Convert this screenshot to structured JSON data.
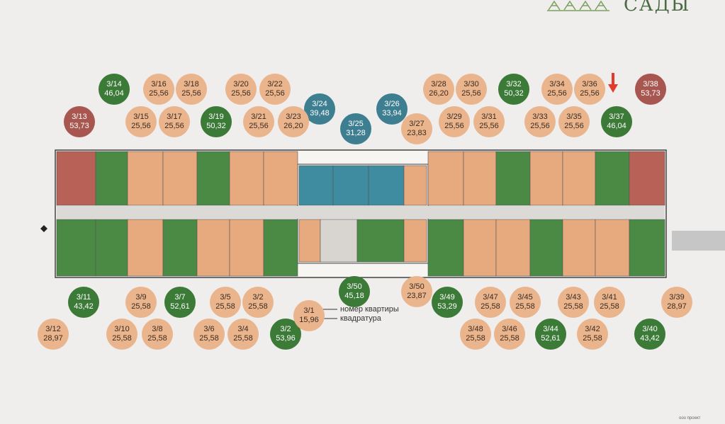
{
  "brand": {
    "name": "САДЫ"
  },
  "legend": {
    "number_label": "номер квартиры",
    "area_label": "квадратура",
    "sample_number": "3/1",
    "sample_area": "15,96"
  },
  "colors": {
    "one_room": "#eab58c",
    "two_room": "#3b7a37",
    "three_room": "#a85750",
    "studio": "#3d7f91"
  },
  "footer": {
    "note": "ооо проект"
  },
  "apartments": [
    {
      "num": "3/14",
      "area": "46,04",
      "type": "green"
    },
    {
      "num": "3/16",
      "area": "25,56",
      "type": "peach"
    },
    {
      "num": "3/18",
      "area": "25,56",
      "type": "peach"
    },
    {
      "num": "3/20",
      "area": "25,56",
      "type": "peach"
    },
    {
      "num": "3/22",
      "area": "25,56",
      "type": "peach"
    },
    {
      "num": "3/28",
      "area": "26,20",
      "type": "peach"
    },
    {
      "num": "3/30",
      "area": "25,56",
      "type": "peach"
    },
    {
      "num": "3/32",
      "area": "50,32",
      "type": "green"
    },
    {
      "num": "3/34",
      "area": "25,56",
      "type": "peach"
    },
    {
      "num": "3/36",
      "area": "25,56",
      "type": "peach"
    },
    {
      "num": "3/38",
      "area": "53,73",
      "type": "red"
    },
    {
      "num": "3/24",
      "area": "39,48",
      "type": "blue"
    },
    {
      "num": "3/26",
      "area": "33,94",
      "type": "blue"
    },
    {
      "num": "3/13",
      "area": "53,73",
      "type": "red"
    },
    {
      "num": "3/15",
      "area": "25,56",
      "type": "peach"
    },
    {
      "num": "3/17",
      "area": "25,56",
      "type": "peach"
    },
    {
      "num": "3/19",
      "area": "50,32",
      "type": "green"
    },
    {
      "num": "3/21",
      "area": "25,56",
      "type": "peach"
    },
    {
      "num": "3/23",
      "area": "26,20",
      "type": "peach"
    },
    {
      "num": "3/25",
      "area": "31,28",
      "type": "blue"
    },
    {
      "num": "3/27",
      "area": "23,83",
      "type": "peach"
    },
    {
      "num": "3/29",
      "area": "25,56",
      "type": "peach"
    },
    {
      "num": "3/31",
      "area": "25,56",
      "type": "peach"
    },
    {
      "num": "3/33",
      "area": "25,56",
      "type": "peach"
    },
    {
      "num": "3/35",
      "area": "25,56",
      "type": "peach"
    },
    {
      "num": "3/37",
      "area": "46,04",
      "type": "green"
    },
    {
      "num": "3/11",
      "area": "43,42",
      "type": "green"
    },
    {
      "num": "3/9",
      "area": "25,58",
      "type": "peach"
    },
    {
      "num": "3/7",
      "area": "52,61",
      "type": "green"
    },
    {
      "num": "3/5",
      "area": "25,58",
      "type": "peach"
    },
    {
      "num": "3/2",
      "area": "25,58",
      "type": "peach"
    },
    {
      "num": "3/50",
      "area": "45,18",
      "type": "green"
    },
    {
      "num": "3/50",
      "area": "23,87",
      "type": "peach"
    },
    {
      "num": "3/49",
      "area": "53,29",
      "type": "green"
    },
    {
      "num": "3/47",
      "area": "25,58",
      "type": "peach"
    },
    {
      "num": "3/45",
      "area": "25,58",
      "type": "peach"
    },
    {
      "num": "3/43",
      "area": "25,58",
      "type": "peach"
    },
    {
      "num": "3/41",
      "area": "25,58",
      "type": "peach"
    },
    {
      "num": "3/39",
      "area": "28,97",
      "type": "peach"
    },
    {
      "num": "3/12",
      "area": "28,97",
      "type": "peach"
    },
    {
      "num": "3/10",
      "area": "25,58",
      "type": "peach"
    },
    {
      "num": "3/8",
      "area": "25,58",
      "type": "peach"
    },
    {
      "num": "3/6",
      "area": "25,58",
      "type": "peach"
    },
    {
      "num": "3/4",
      "area": "25,58",
      "type": "peach"
    },
    {
      "num": "3/2",
      "area": "53,96",
      "type": "green"
    },
    {
      "num": "3/48",
      "area": "25,58",
      "type": "peach"
    },
    {
      "num": "3/46",
      "area": "25,58",
      "type": "peach"
    },
    {
      "num": "3/44",
      "area": "52,61",
      "type": "green"
    },
    {
      "num": "3/42",
      "area": "25,58",
      "type": "peach"
    },
    {
      "num": "3/40",
      "area": "43,42",
      "type": "green"
    }
  ]
}
